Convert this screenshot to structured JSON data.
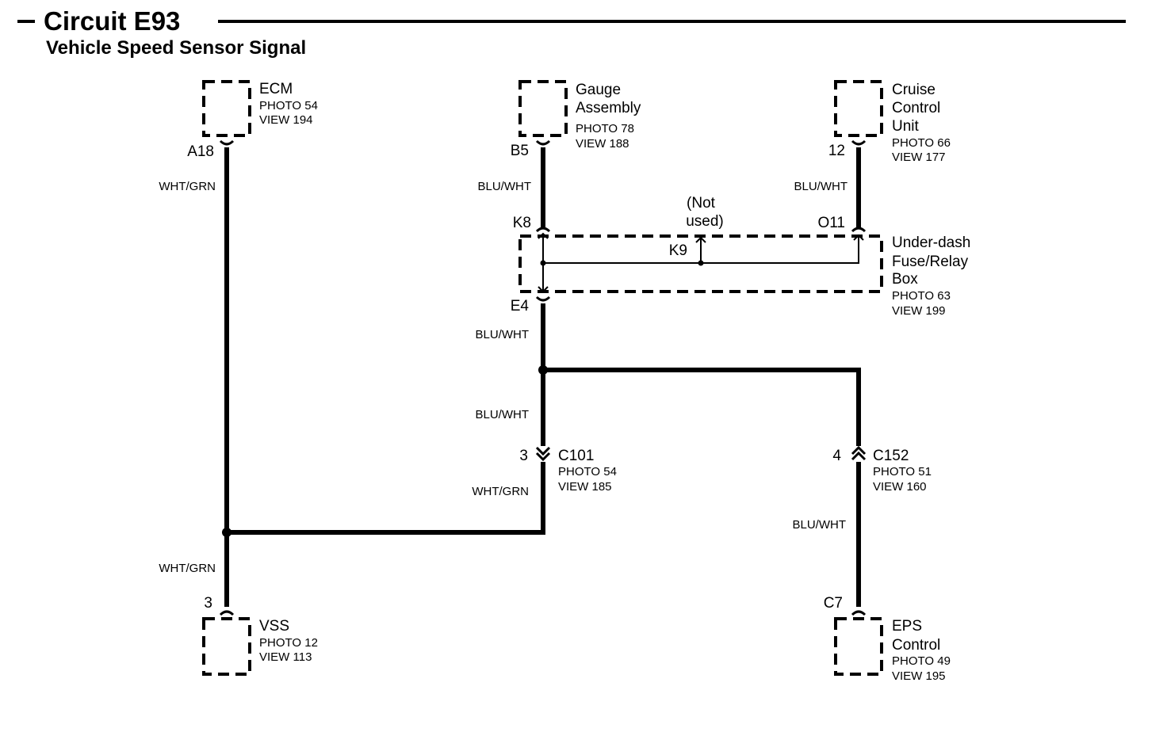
{
  "header": {
    "title": "Circuit E93",
    "subtitle": "Vehicle Speed Sensor Signal"
  },
  "components": {
    "ecm": {
      "name": "ECM",
      "photo": "PHOTO 54",
      "view": "VIEW 194",
      "pin": "A18"
    },
    "gauge": {
      "name1": "Gauge",
      "name2": "Assembly",
      "photo": "PHOTO 78",
      "view": "VIEW 188",
      "pin": "B5"
    },
    "cruise": {
      "name1": "Cruise",
      "name2": "Control",
      "name3": "Unit",
      "photo": "PHOTO 66",
      "view": "VIEW 177",
      "pin": "12"
    },
    "fuse_box": {
      "name1": "Under-dash",
      "name2": "Fuse/Relay",
      "name3": "Box",
      "photo": "PHOTO 63",
      "view": "VIEW 199",
      "pin_k8": "K8",
      "pin_o11": "O11",
      "pin_k9": "K9",
      "pin_e4": "E4",
      "not_used_1": "(Not",
      "not_used_2": "used)"
    },
    "c101": {
      "name": "C101",
      "photo": "PHOTO 54",
      "view": "VIEW 185",
      "pin": "3"
    },
    "c152": {
      "name": "C152",
      "photo": "PHOTO 51",
      "view": "VIEW 160",
      "pin": "4"
    },
    "vss": {
      "name": "VSS",
      "photo": "PHOTO 12",
      "view": "VIEW 113",
      "pin": "3"
    },
    "eps": {
      "name1": "EPS",
      "name2": "Control",
      "photo": "PHOTO 49",
      "view": "VIEW 195",
      "pin": "C7"
    }
  },
  "wires": {
    "ecm_upper": "WHT/GRN",
    "gauge_upper": "BLU/WHT",
    "cruise_upper": "BLU/WHT",
    "e4_lower": "BLU/WHT",
    "to_c101": "BLU/WHT",
    "c101_lower": "WHT/GRN",
    "vss_upper": "WHT/GRN",
    "c152_lower": "BLU/WHT"
  }
}
